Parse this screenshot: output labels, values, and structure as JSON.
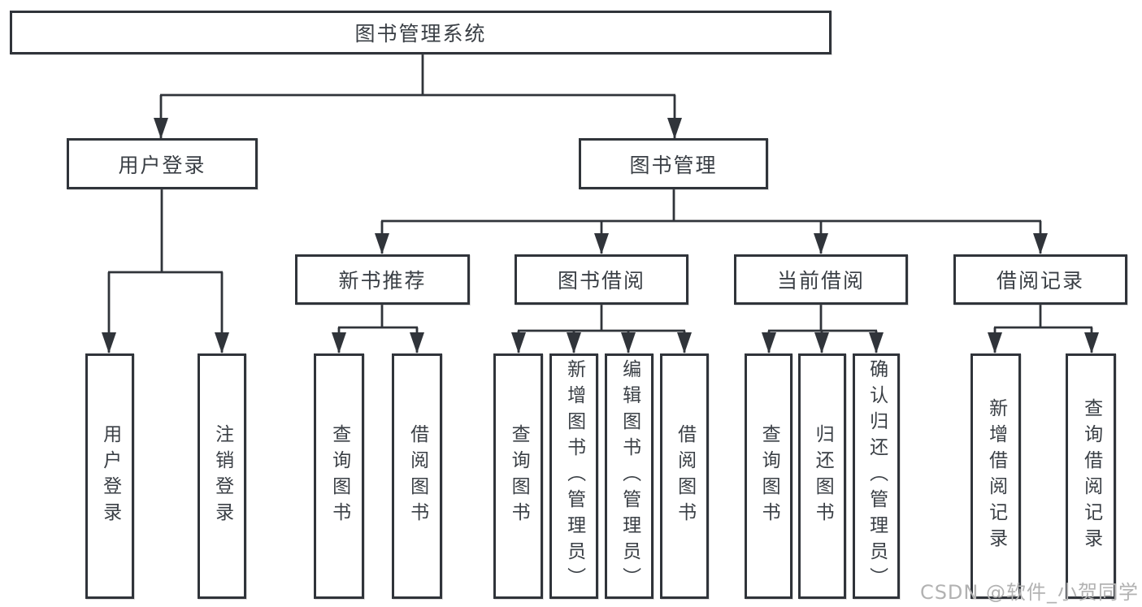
{
  "diagram": {
    "type": "hierarchy-tree",
    "tree": {
      "label": "图书管理系统",
      "children": [
        {
          "label": "用户登录",
          "children": [
            {
              "label": "用户登录"
            },
            {
              "label": "注销登录"
            }
          ]
        },
        {
          "label": "图书管理",
          "children": [
            {
              "label": "新书推荐",
              "children": [
                {
                  "label": "查询图书"
                },
                {
                  "label": "借阅图书"
                }
              ]
            },
            {
              "label": "图书借阅",
              "children": [
                {
                  "label": "查询图书"
                },
                {
                  "label": "新增图书（管理员）"
                },
                {
                  "label": "编辑图书（管理员）"
                },
                {
                  "label": "借阅图书"
                }
              ]
            },
            {
              "label": "当前借阅",
              "children": [
                {
                  "label": "查询图书"
                },
                {
                  "label": "归还图书"
                },
                {
                  "label": "确认归还（管理员）"
                }
              ]
            },
            {
              "label": "借阅记录",
              "children": [
                {
                  "label": "新增借阅记录"
                },
                {
                  "label": "查询借阅记录"
                }
              ]
            }
          ]
        }
      ]
    }
  },
  "watermark": {
    "text": "CSDN @软件_小贺同学"
  },
  "colors": {
    "line": "#30343a",
    "box_border": "#30343a",
    "text": "#3a3f45",
    "watermark": "#b2b2b2",
    "background": "#ffffff"
  }
}
